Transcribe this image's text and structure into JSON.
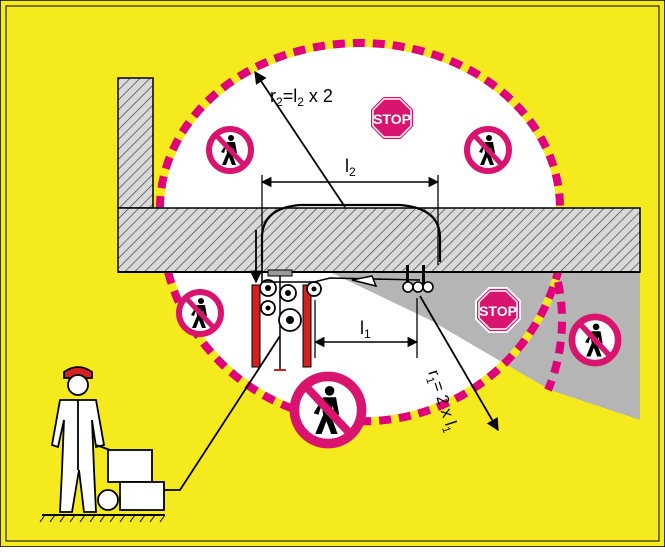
{
  "labels": {
    "r2_formula": "r2=l2 x 2",
    "r1_formula": "r1= 2 x l1",
    "l2": "l2",
    "l1": "l1"
  },
  "signs": {
    "stop_text": "STOP",
    "stop_color": "#d8146f",
    "prohibition_color": "#d8146f"
  },
  "colors": {
    "background": "#f5ea1e",
    "safety_zone_dash": "#e0007a",
    "hazard_area": "#b5b5b5",
    "machine_frame": "#d42020"
  },
  "icons": {
    "stop": "stop-sign-icon",
    "no_pedestrian": "no-pedestrian-icon",
    "operator": "operator-figure-icon"
  }
}
